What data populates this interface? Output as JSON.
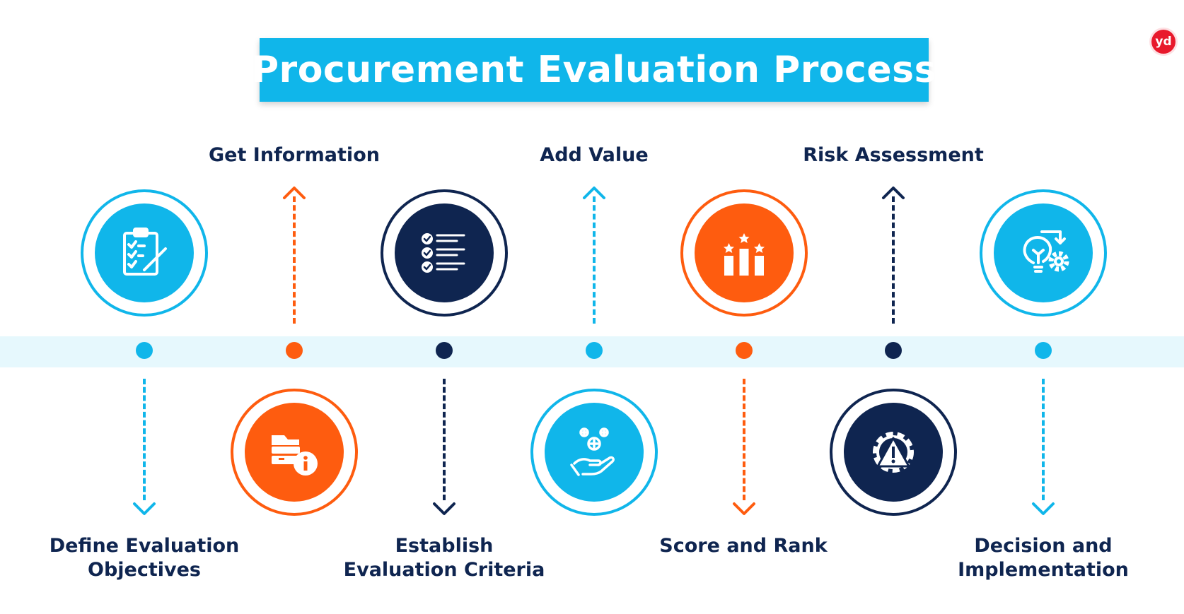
{
  "title": "Procurement Evaluation Process",
  "logo_text": "yd",
  "colors": {
    "cyan": "#10b6ea",
    "orange": "#fe5c0f",
    "navy": "#0f2550",
    "band": "#e6f8fd"
  },
  "steps": [
    {
      "label": "Define Evaluation Objectives",
      "label_lines": [
        "Define Evaluation",
        "Objectives"
      ],
      "icon": "clipboard-checklist-icon",
      "color": "cyan"
    },
    {
      "label": "Get Information",
      "icon": "folder-info-icon",
      "color": "orange"
    },
    {
      "label": "Establish Evaluation Criteria",
      "label_lines": [
        "Establish",
        "Evaluation Criteria"
      ],
      "icon": "checklist-icon",
      "color": "navy"
    },
    {
      "label": "Add Value",
      "icon": "hand-plus-icon",
      "color": "cyan"
    },
    {
      "label": "Score and Rank",
      "label_lines": [
        "Score and Rank"
      ],
      "icon": "ranking-chart-icon",
      "color": "orange"
    },
    {
      "label": "Risk Assessment",
      "icon": "gear-warning-icon",
      "color": "navy"
    },
    {
      "label": "Decision and Implementation",
      "label_lines": [
        "Decision and",
        "Implementation"
      ],
      "icon": "idea-gear-icon",
      "color": "cyan"
    }
  ]
}
